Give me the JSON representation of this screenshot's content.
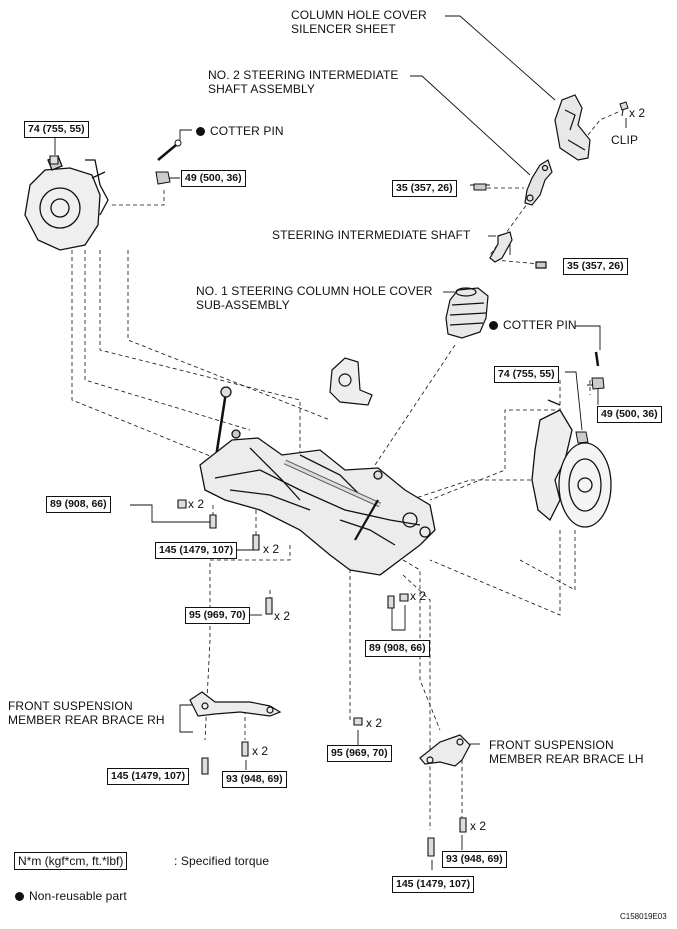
{
  "labels": {
    "column_hole_cover": "COLUMN HOLE COVER\nSILENCER SHEET",
    "no2_shaft": "NO. 2 STEERING INTERMEDIATE\nSHAFT ASSEMBLY",
    "cotter_pin_left": "COTTER PIN",
    "clip": "CLIP",
    "steering_shaft": "STEERING INTERMEDIATE SHAFT",
    "no1_hole_cover": "NO. 1 STEERING COLUMN HOLE COVER\nSUB-ASSEMBLY",
    "cotter_pin_right": "COTTER PIN",
    "rear_brace_rh": "FRONT SUSPENSION\nMEMBER REAR BRACE RH",
    "rear_brace_lh": "FRONT SUSPENSION\nMEMBER REAR BRACE LH",
    "x2": "x 2"
  },
  "torques": {
    "t74_left": "74 (755, 55)",
    "t49_left": "49 (500, 36)",
    "t35_left": "35 (357, 26)",
    "t35_right": "35 (357, 26)",
    "t74_right": "74 (755, 55)",
    "t49_right": "49 (500, 36)",
    "t89_left": "89 (908, 66)",
    "t145_upper": "145 (1479, 107)",
    "t95_left": "95 (969, 70)",
    "t89_center": "89 (908, 66)",
    "t145_rh": "145 (1479, 107)",
    "t93_rh": "93 (948, 69)",
    "t95_center": "95 (969, 70)",
    "t93_lh": "93 (948, 69)",
    "t145_lh": "145 (1479, 107)"
  },
  "legend": {
    "torque_unit_box": "N*m (kgf*cm, ft.*lbf)",
    "torque_desc": ": Specified torque",
    "non_reusable": "Non-reusable part"
  },
  "figure_code": "C158019E03"
}
